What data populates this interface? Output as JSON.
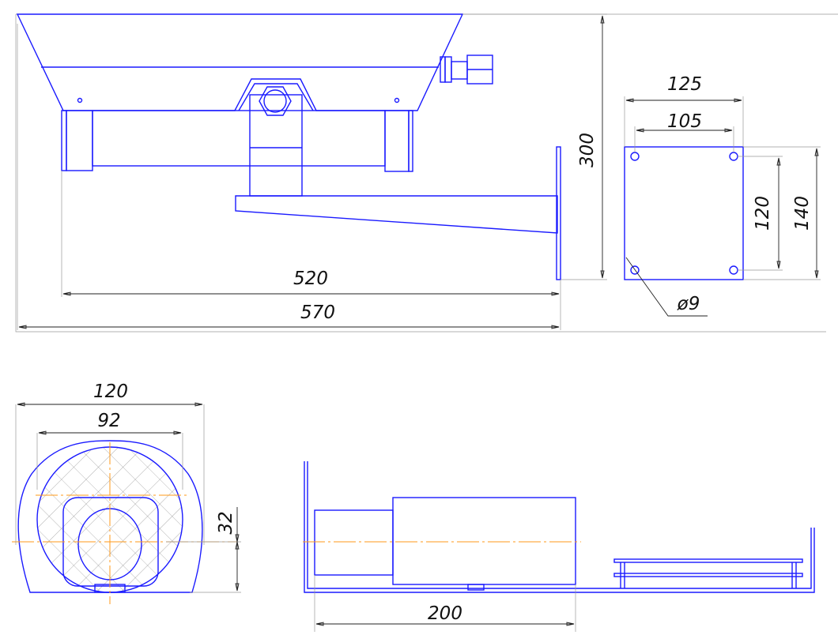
{
  "colors": {
    "outline": "#1a1aff",
    "centerline": "#ff9a1a",
    "dimension": "#222222"
  },
  "side_view": {
    "dim_length_inner": "520",
    "dim_length_total": "570",
    "dim_height": "300"
  },
  "mount_plate_view": {
    "dim_width_outer": "125",
    "dim_width_holes": "105",
    "dim_height_holes": "120",
    "dim_height_outer": "140",
    "hole_diameter": "ø9"
  },
  "front_view": {
    "dim_outer_width": "120",
    "dim_inner_width": "92",
    "dim_axis_height": "32"
  },
  "section_view": {
    "dim_camera_length": "200"
  }
}
